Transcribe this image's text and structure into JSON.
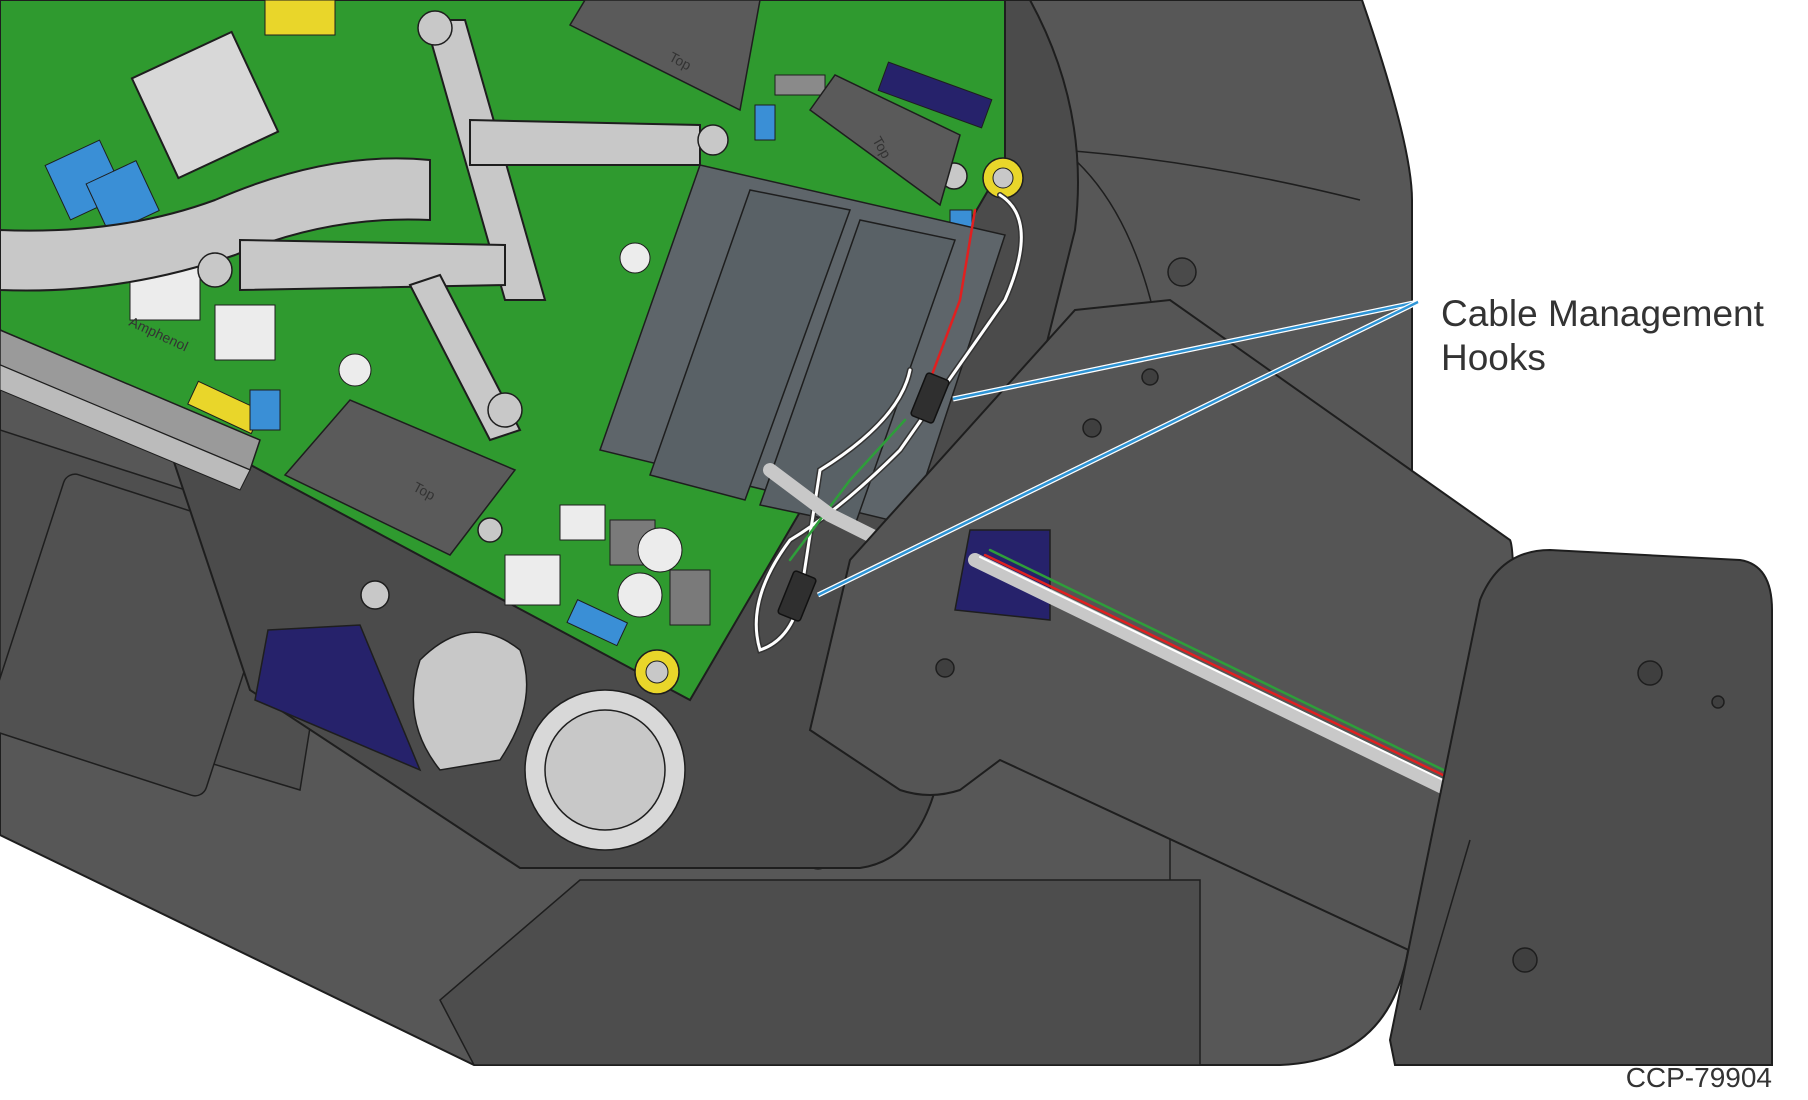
{
  "callout": {
    "line1": "Cable Management",
    "line2": "Hooks"
  },
  "figure_id": "CCP-79904",
  "silkscreen": {
    "memory_label": "Top",
    "connector_brand": "Amphenol"
  },
  "colors": {
    "housing": "#575757",
    "housing_dark": "#3f3f3f",
    "pcb_green": "#2f9a2f",
    "heatsink": "#c8c8c8",
    "ram_stick": "#596166",
    "connector_navy": "#26226b",
    "connector_blue": "#3a8fd6",
    "connector_yellow": "#e9d62a",
    "leader_line": "#2f95d6",
    "wire_red": "#e02020",
    "wire_green": "#2e9e3a",
    "wire_white": "#ffffff"
  }
}
